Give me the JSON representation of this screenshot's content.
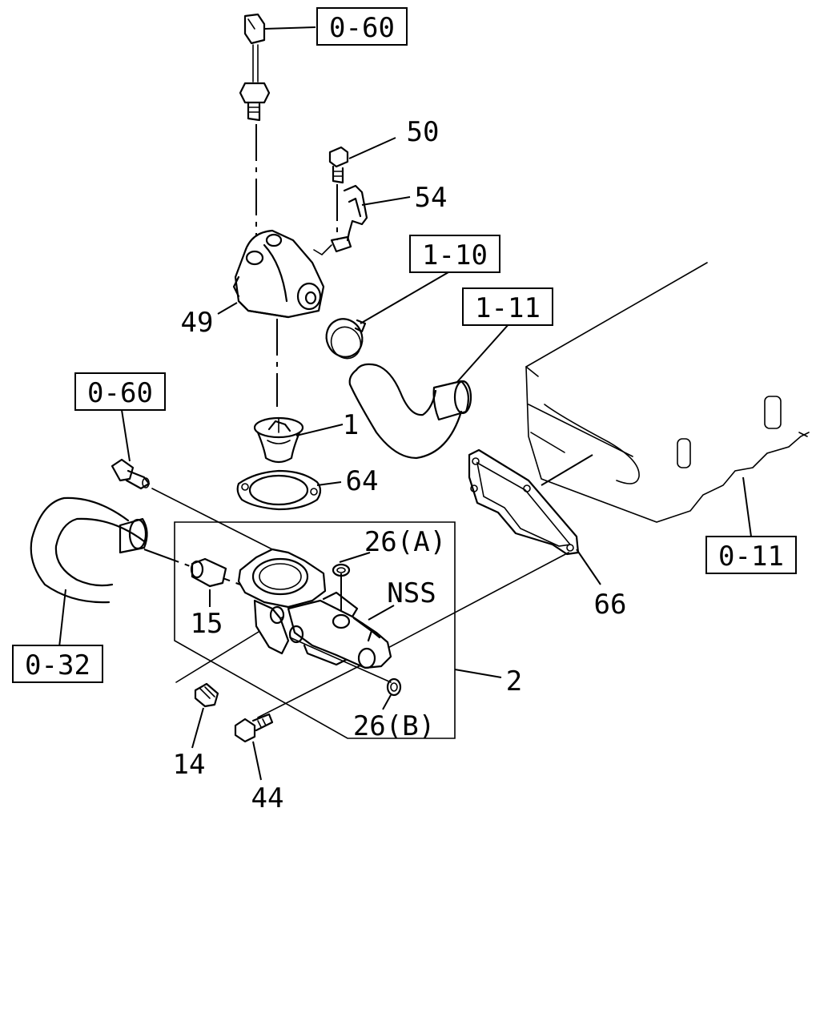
{
  "refs": {
    "top_sensor": "0-60",
    "clamp": "1-10",
    "upper_hose": "1-11",
    "side_sensor": "0-60",
    "engine_block": "0-11",
    "lower_hose": "0-32"
  },
  "parts": {
    "p1": "1",
    "p2": "2",
    "p14": "14",
    "p15": "15",
    "p26a": "26(A)",
    "p26b": "26(B)",
    "p44": "44",
    "p49": "49",
    "p50": "50",
    "p54": "54",
    "p64": "64",
    "p66": "66",
    "nss": "NSS"
  }
}
